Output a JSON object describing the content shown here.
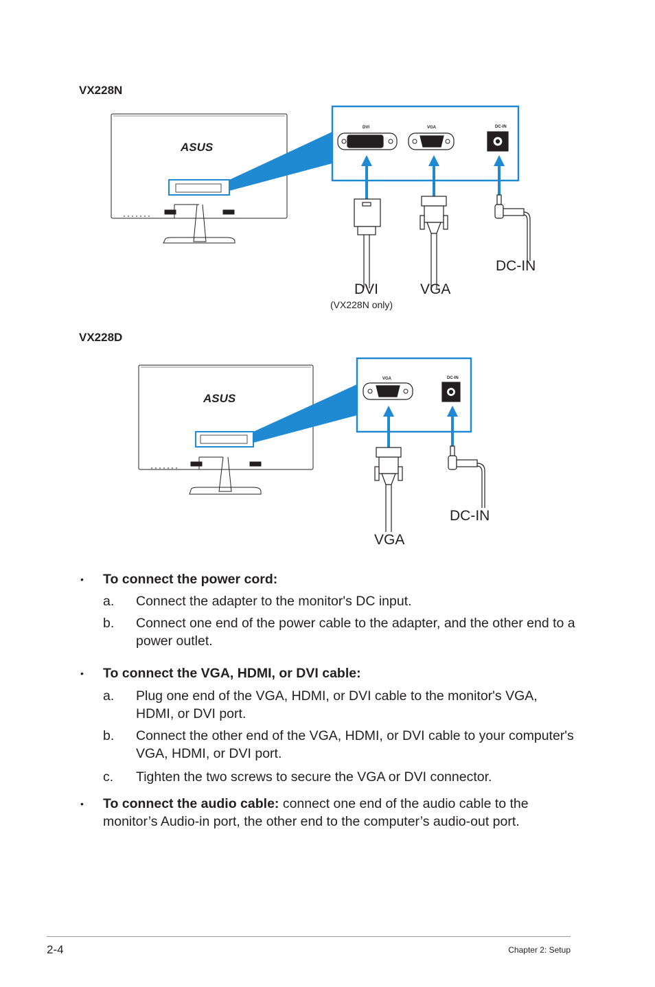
{
  "sections": {
    "vx228n": {
      "title": "VX228N",
      "ports": {
        "dvi": "DVI",
        "vga": "VGA",
        "dcin": "DC-IN"
      },
      "cable_labels": {
        "dvi": "DVI",
        "dvi_note": "(VX228N only)",
        "vga": "VGA",
        "dcin": "DC-IN"
      }
    },
    "vx228d": {
      "title": "VX228D",
      "ports": {
        "vga": "VGA",
        "dcin": "DC-IN"
      },
      "cable_labels": {
        "vga": "VGA",
        "dcin": "DC-IN"
      }
    }
  },
  "brand_logo": "ASUS",
  "instructions": [
    {
      "bullet": "•",
      "heading": "To connect the power cord:",
      "steps": [
        {
          "letter": "a.",
          "text": "Connect the adapter to the monitor's DC input."
        },
        {
          "letter": "b.",
          "text": "Connect one end of the power cable to the adapter, and the other end to a power outlet."
        }
      ]
    },
    {
      "bullet": "•",
      "heading": "To connect the VGA, HDMI, or DVI cable:",
      "steps": [
        {
          "letter": "a.",
          "text": "Plug one end of the VGA, HDMI, or DVI cable to the monitor's VGA, HDMI, or DVI port."
        },
        {
          "letter": "b.",
          "text": "Connect the other end of the VGA, HDMI, or DVI cable to your computer's VGA, HDMI, or DVI port."
        },
        {
          "letter": "c.",
          "text": "Tighten the two screws to secure the VGA or DVI connector."
        }
      ]
    },
    {
      "bullet": "•",
      "heading": "To connect the audio cable:",
      "rest": " connect one end of the audio cable to the monitor’s Audio-in port, the other end to the computer’s audio-out port."
    }
  ],
  "footer": {
    "page_number": "2-4",
    "chapter": "Chapter 2: Setup"
  },
  "colors": {
    "accent_blue": "#1f8ad2",
    "line": "#231f20"
  }
}
